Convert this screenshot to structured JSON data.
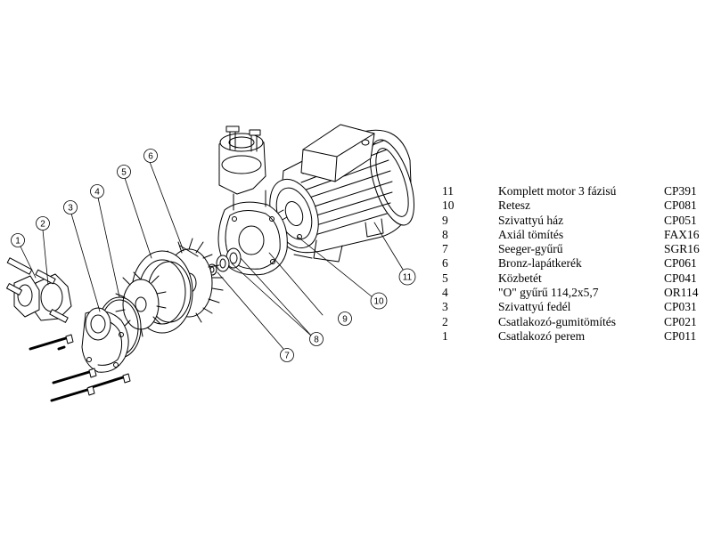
{
  "parts": [
    {
      "number": "11",
      "name": "Komplett motor 3 fázisú",
      "code": "CP391"
    },
    {
      "number": "10",
      "name": "Retesz",
      "code": "CP081"
    },
    {
      "number": "9",
      "name": "Szivattyú ház",
      "code": "CP051"
    },
    {
      "number": "8",
      "name": "Axiál tömítés",
      "code": "FAX16"
    },
    {
      "number": "7",
      "name": "Seeger-gyűrű",
      "code": "SGR16"
    },
    {
      "number": "6",
      "name": "Bronz-lapátkerék",
      "code": "CP061"
    },
    {
      "number": "5",
      "name": "Közbetét",
      "code": "CP041"
    },
    {
      "number": "4",
      "name": "\"O\" gyűrű 114,2x5,7",
      "code": "OR114"
    },
    {
      "number": "3",
      "name": "Szivattyú fedél",
      "code": "CP031"
    },
    {
      "number": "2",
      "name": "Csatlakozó-gumitömítés",
      "code": "CP021"
    },
    {
      "number": "1",
      "name": "Csatlakozó perem",
      "code": "CP011"
    }
  ],
  "callouts": [
    "1",
    "2",
    "3",
    "4",
    "5",
    "6",
    "7",
    "8",
    "9",
    "10",
    "11"
  ]
}
